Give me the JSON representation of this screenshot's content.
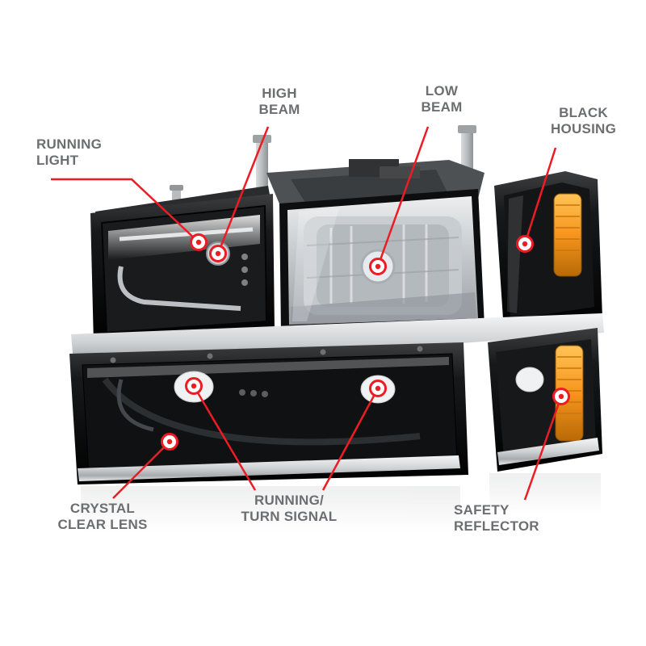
{
  "annotations": {
    "running_light": {
      "text": "RUNNING\nLIGHT"
    },
    "high_beam": {
      "text": "HIGH\nBEAM"
    },
    "low_beam": {
      "text": "LOW\nBEAM"
    },
    "black_housing": {
      "text": "BLACK\nHOUSING"
    },
    "crystal_clear_lens": {
      "text": "CRYSTAL\nCLEAR LENS"
    },
    "running_turn_signal": {
      "text": "RUNNING/\nTURN SIGNAL"
    },
    "safety_reflector": {
      "text": "SAFETY\nREFLECTOR"
    }
  },
  "colors": {
    "callout_red": "#ed1c24",
    "label_gray": "#6d6e71",
    "amber_reflector": "#f7941d",
    "housing_black": "#0f1011",
    "chrome_trim": "#cfd2d4",
    "background": "#ffffff"
  },
  "subject": {
    "description": "Black housing crystal clear lens headlight set with corner lights and amber safety reflectors"
  }
}
